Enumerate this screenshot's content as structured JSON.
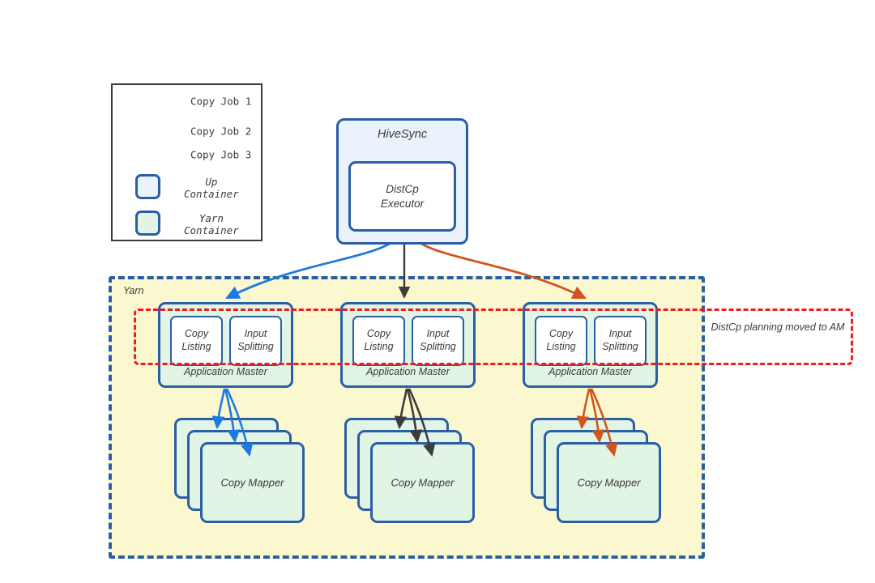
{
  "legend": {
    "lines": [
      {
        "label": "Copy Job 1",
        "color": "#1f7ae0",
        "icon": "arrow-right-icon"
      },
      {
        "label": "Copy Job 2",
        "color": "#3c3c3c",
        "icon": "arrow-right-icon"
      },
      {
        "label": "Copy Job 3",
        "color": "#d2541e",
        "icon": "arrow-right-icon"
      }
    ],
    "swatches": [
      {
        "label": "Up\nContainer",
        "fill": "#eaf2fc",
        "stroke": "#2b5fa5"
      },
      {
        "label": "Yarn\nContainer",
        "fill": "#e2f4e4",
        "stroke": "#2b5fa5"
      }
    ]
  },
  "hivesync": {
    "title": "HiveSync",
    "executor": "DistCp\nExecutor",
    "fill": "#eaf2fc",
    "stroke": "#2b5fa5"
  },
  "yarn": {
    "label": "Yarn",
    "fill": "#fbf8cf",
    "stroke": "#2b5fa5"
  },
  "annotation": {
    "text": "DistCp planning moved to AM",
    "color": "#ee1c1c"
  },
  "columns": [
    {
      "job": "Copy Job 1",
      "color": "#1f7ae0",
      "am": {
        "caption": "Application Master",
        "boxes": [
          "Copy\nListing",
          "Input\nSplitting"
        ]
      },
      "mapper": {
        "label": "Copy Mapper",
        "count": 3
      }
    },
    {
      "job": "Copy Job 2",
      "color": "#3c3c3c",
      "am": {
        "caption": "Application Master",
        "boxes": [
          "Copy\nListing",
          "Input\nSplitting"
        ]
      },
      "mapper": {
        "label": "Copy Mapper",
        "count": 3
      }
    },
    {
      "job": "Copy Job 3",
      "color": "#d2541e",
      "am": {
        "caption": "Application Master",
        "boxes": [
          "Copy\nListing",
          "Input\nSplitting"
        ]
      },
      "mapper": {
        "label": "Copy Mapper",
        "count": 3
      }
    }
  ]
}
